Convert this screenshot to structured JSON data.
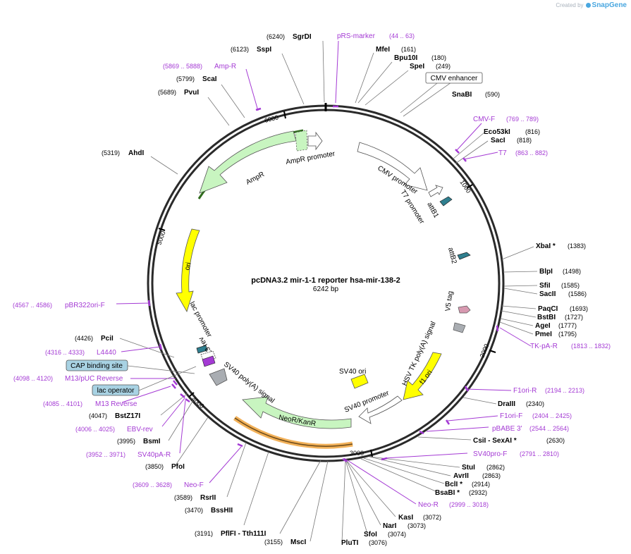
{
  "credit": {
    "prefix": "Created by",
    "brand": "SnapGene"
  },
  "plasmid": {
    "name": "pcDNA3.2 mir-1-1 reporter hsa-mir-138-2",
    "size_label": "6242 bp",
    "length": 6242
  },
  "ticks": [
    "1000",
    "2000",
    "3000",
    "4000",
    "5000",
    "6000"
  ],
  "sites": [
    {
      "name": "SgrDI",
      "pos": "(6240)"
    },
    {
      "name": "SspI",
      "pos": "(6123)"
    },
    {
      "name": "ScaI",
      "pos": "(5799)"
    },
    {
      "name": "PvuI",
      "pos": "(5689)"
    },
    {
      "name": "AhdI",
      "pos": "(5319)"
    },
    {
      "name": "MfeI",
      "pos": "(161)"
    },
    {
      "name": "Bpu10I",
      "pos": "(180)"
    },
    {
      "name": "SpeI",
      "pos": "(249)"
    },
    {
      "name": "SnaBI",
      "pos": "(590)"
    },
    {
      "name": "Eco53kI",
      "pos": "(816)"
    },
    {
      "name": "SacI",
      "pos": "(818)"
    },
    {
      "name": "XbaI *",
      "pos": "(1383)"
    },
    {
      "name": "BlpI",
      "pos": "(1498)"
    },
    {
      "name": "SfiI",
      "pos": "(1585)"
    },
    {
      "name": "SacII",
      "pos": "(1586)"
    },
    {
      "name": "PaqCI",
      "pos": "(1693)"
    },
    {
      "name": "BstBI",
      "pos": "(1727)"
    },
    {
      "name": "AgeI",
      "pos": "(1777)"
    },
    {
      "name": "PmeI",
      "pos": "(1795)"
    },
    {
      "name": "DraIII",
      "pos": "(2340)"
    },
    {
      "name": "CsiI  - SexAI *",
      "pos": "(2630)"
    },
    {
      "name": "StuI",
      "pos": "(2862)"
    },
    {
      "name": "AvrII",
      "pos": "(2863)"
    },
    {
      "name": "BclI *",
      "pos": "(2914)"
    },
    {
      "name": "BsaBI *",
      "pos": "(2932)"
    },
    {
      "name": "KasI",
      "pos": "(3072)"
    },
    {
      "name": "NarI",
      "pos": "(3073)"
    },
    {
      "name": "SfoI",
      "pos": "(3074)"
    },
    {
      "name": "PluTI",
      "pos": "(3076)"
    },
    {
      "name": "MscI",
      "pos": "(3155)"
    },
    {
      "name": "PflFI  - Tth111I",
      "pos": "(3191)"
    },
    {
      "name": "BssHII",
      "pos": "(3470)"
    },
    {
      "name": "RsrII",
      "pos": "(3589)"
    },
    {
      "name": "PfoI",
      "pos": "(3850)"
    },
    {
      "name": "BsmI",
      "pos": "(3995)"
    },
    {
      "name": "BstZ17I",
      "pos": "(4047)"
    },
    {
      "name": "PciI",
      "pos": "(4426)"
    }
  ],
  "primers": [
    {
      "name": "pRS-marker",
      "pos": "(44 .. 63)"
    },
    {
      "name": "Amp-R",
      "pos": "(5869 .. 5888)"
    },
    {
      "name": "CMV-F",
      "pos": "(769 .. 789)"
    },
    {
      "name": "T7",
      "pos": "(863 .. 882)"
    },
    {
      "name": "TK-pA-R",
      "pos": "(1813 .. 1832)"
    },
    {
      "name": "F1ori-R",
      "pos": "(2194 .. 2213)"
    },
    {
      "name": "F1ori-F",
      "pos": "(2404 .. 2425)"
    },
    {
      "name": "pBABE 3'",
      "pos": "(2544 .. 2564)"
    },
    {
      "name": "SV40pro-F",
      "pos": "(2791 .. 2810)"
    },
    {
      "name": "Neo-R",
      "pos": "(2999 .. 3018)"
    },
    {
      "name": "pBR322ori-F",
      "pos": "(4567 .. 4586)"
    },
    {
      "name": "L4440",
      "pos": "(4316 .. 4333)"
    },
    {
      "name": "M13/pUC Reverse",
      "pos": "(4098 .. 4120)"
    },
    {
      "name": "M13 Reverse",
      "pos": "(4085 .. 4101)"
    },
    {
      "name": "EBV-rev",
      "pos": "(4006 .. 4025)"
    },
    {
      "name": "SV40pA-R",
      "pos": "(3952 .. 3971)"
    },
    {
      "name": "Neo-F",
      "pos": "(3609 .. 3628)"
    }
  ],
  "boxed_features": [
    {
      "name": "CMV enhancer"
    },
    {
      "name": "CAP binding site"
    },
    {
      "name": "lac operator"
    }
  ],
  "features": [
    {
      "name": "AmpR promoter"
    },
    {
      "name": "AmpR"
    },
    {
      "name": "CMV promoter"
    },
    {
      "name": "T7 promoter"
    },
    {
      "name": "attB1"
    },
    {
      "name": "attB2"
    },
    {
      "name": "V5 tag"
    },
    {
      "name": "HSV TK poly(A) signal"
    },
    {
      "name": "f1 ori"
    },
    {
      "name": "SV40 ori"
    },
    {
      "name": "SV40 promoter"
    },
    {
      "name": "NeoR/KanR"
    },
    {
      "name": "SV40 poly(A) signal"
    },
    {
      "name": "M13 rev"
    },
    {
      "name": "lac promoter"
    },
    {
      "name": "ori"
    }
  ],
  "colors": {
    "backbone": "#2a2a2a",
    "primer": "#a43ad4",
    "amp": "#c8f5c0",
    "ori": "#ffff00",
    "neo": "#c8f5c0",
    "highlight_dark_green": "#2f6b1c",
    "highlight_orange": "#f0a33c",
    "teal": "#2f7f8f",
    "pink": "#d799b0",
    "grey_box": "#a9adb2"
  }
}
